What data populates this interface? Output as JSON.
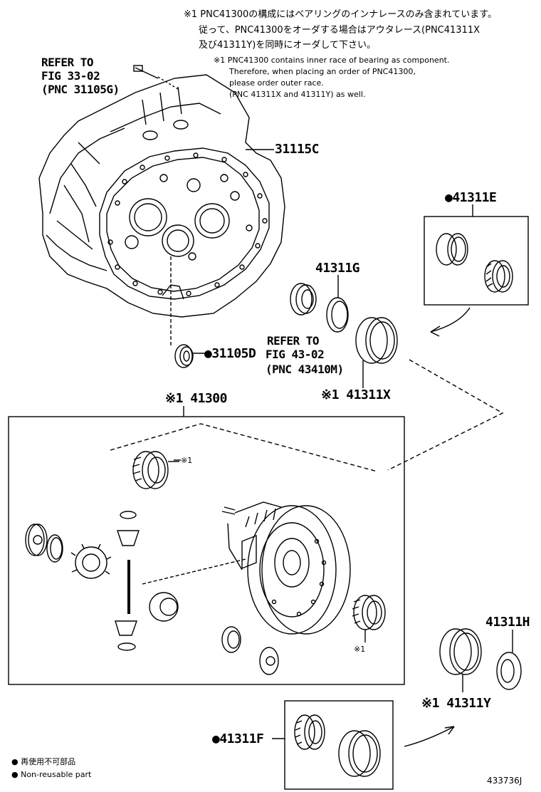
{
  "notes": {
    "jp_line1": "※1 PNC41300の構成にはベアリングのインナレースのみ含まれています。",
    "jp_line2": "従って、PNC41300をオーダする場合はアウタレース(PNC41311X",
    "jp_line3": "及び41311Y)を同時にオーダして下さい。",
    "en_line1": "※1 PNC41300 contains inner race of bearing as component.",
    "en_line2": "Therefore, when placing an order of PNC41300,",
    "en_line3": "please order outer race.",
    "en_line4": "(PNC 41311X and 41311Y) as well."
  },
  "references": {
    "ref1_line1": "REFER TO",
    "ref1_line2": "FIG 33-02",
    "ref1_line3": "(PNC 31105G)",
    "ref2_line1": "REFER TO",
    "ref2_line2": "FIG 43-02",
    "ref2_line3": "(PNC 43410M)"
  },
  "labels": {
    "p31115C": "31115C",
    "p41311E": "●41311E",
    "p41311G": "41311G",
    "p31105D": "●31105D",
    "p41311X": "※1 41311X",
    "p41300": "※1 41300",
    "mark1a": "※1",
    "mark1b": "※1",
    "p41311H": "41311H",
    "p41311Y": "※1 41311Y",
    "p41311F": "●41311F"
  },
  "legend": {
    "jp": "● 再使用不可部品",
    "en": "● Non-reusable part"
  },
  "figure_id": "433736J"
}
